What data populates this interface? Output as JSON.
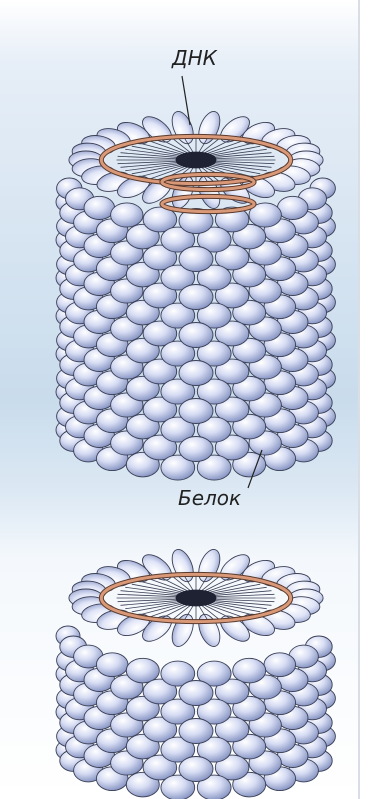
{
  "labels": {
    "dna": "ДНК",
    "protein": "Белок"
  },
  "colors": {
    "background_band": "#c9dcec",
    "sphere_light": "#ffffff",
    "sphere_mid": "#c8d0ee",
    "sphere_dark": "#7e8cbc",
    "sphere_outline": "#3a3f55",
    "dna_strand": "#d99878",
    "leader_line": "#222222"
  },
  "diagram": {
    "structures": [
      "viral-capsid-long",
      "viral-capsid-short"
    ]
  }
}
